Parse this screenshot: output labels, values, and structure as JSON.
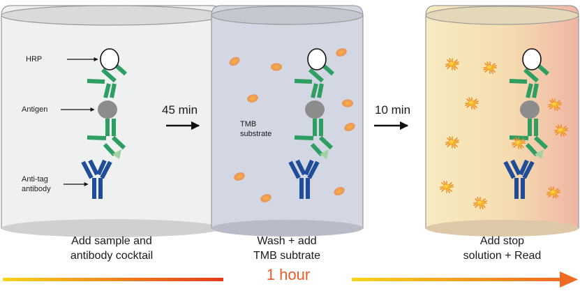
{
  "steps": [
    {
      "caption_line1": "Add sample and",
      "caption_line2": "antibody cocktail"
    },
    {
      "caption_line1": "Wash + add",
      "caption_line2": "TMB subtrate"
    },
    {
      "caption_line1": "Add stop",
      "caption_line2": "solution + Read"
    }
  ],
  "callouts": {
    "hrp": "HRP",
    "antigen": "Antigen",
    "anti_tag_line1": "Anti-tag",
    "anti_tag_line2": "antibody",
    "tmb_line1": "TMB",
    "tmb_line2": "substrate"
  },
  "transitions": [
    "45 min",
    "10 min"
  ],
  "total_time": "1 hour",
  "colors": {
    "well1_fill": "#eff1f0",
    "well2_fill": "#d2d6e3",
    "well3_from": "#f7e9bb",
    "well3_to": "#f0b8a7",
    "antibody_green": "#2f9e63",
    "anti_tag_blue": "#1f4d9a",
    "antigen_gray": "#8c8c8c",
    "timeline_start": "#f6d21c",
    "timeline_end": "#e94e1b",
    "hour_text": "#ef5a24"
  }
}
